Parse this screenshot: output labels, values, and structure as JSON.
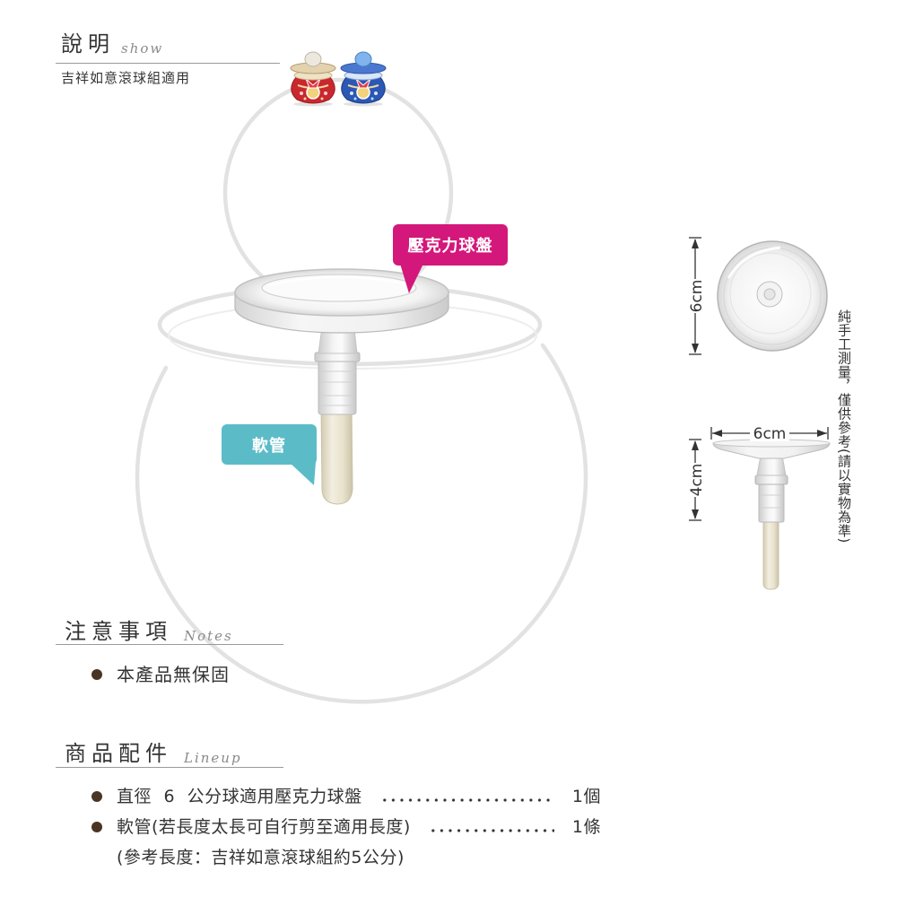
{
  "description": {
    "title": "說明",
    "title_en": "show",
    "subtitle": "吉祥如意滾球組適用"
  },
  "callouts": {
    "disc_label": "壓克力球盤",
    "tube_label": "軟管"
  },
  "dimensions": {
    "top_view_diameter": "6cm",
    "side_view_width": "6cm",
    "side_view_height": "4cm",
    "disclaimer": "純手工測量，僅供參考(請以實物為準)"
  },
  "notes": {
    "title": "注意事項",
    "title_en": "Notes",
    "items": [
      "本產品無保固"
    ]
  },
  "lineup": {
    "title": "商品配件",
    "title_en": "Lineup",
    "items": [
      {
        "name": "直徑 6 公分球適用壓克力球盤",
        "qty": "1個"
      },
      {
        "name": "軟管(若長度太長可自行剪至適用長度)",
        "qty": "1條"
      }
    ],
    "footnote": "(參考長度：吉祥如意滾球組約5公分)"
  },
  "colors": {
    "text": "#333333",
    "heading_en": "#8a8a8a",
    "bullet": "#4a3525",
    "disc_callout": "#d4177a",
    "tube_callout": "#5bbcc8",
    "outline": "#e2e2e2",
    "tube": "#e8e2cd"
  },
  "icons": {
    "list_bullet": "filled-circle-icon",
    "dimension_arrow": "arrow-icon"
  }
}
